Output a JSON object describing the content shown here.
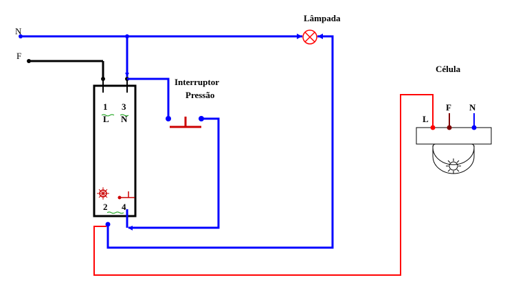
{
  "labels": {
    "neutral": "N",
    "phase": "F",
    "lamp": "Lâmpada",
    "switch_line1": "Interruptor",
    "switch_line2": "Pressão",
    "cell": "Célula"
  },
  "relay": {
    "t1": "1",
    "t3": "3",
    "tL": "L",
    "tN": "N",
    "t2": "2",
    "t4": "4"
  },
  "cell_terminals": {
    "L": "L",
    "F": "F",
    "N": "N"
  },
  "colors": {
    "neutral_wire": "#0000ff",
    "phase_wire": "#000000",
    "cell_wire": "#ff0000",
    "lamp": "#ff0000",
    "switch": "#cc0000"
  }
}
